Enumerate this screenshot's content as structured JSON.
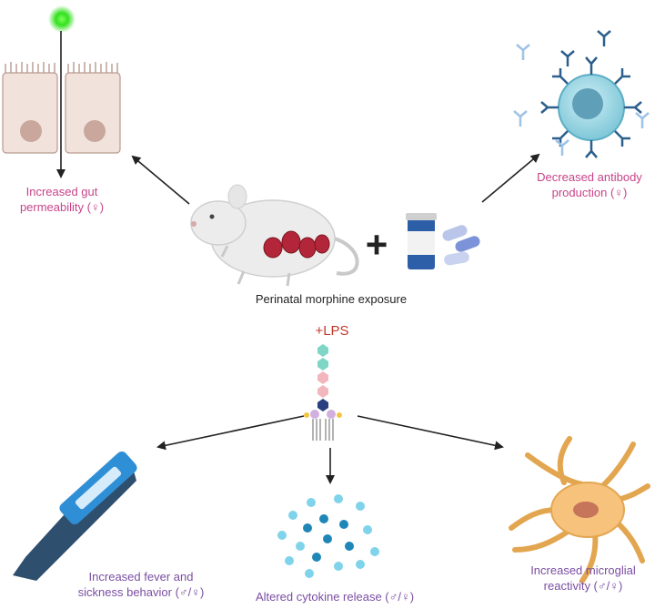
{
  "center": {
    "exposure_label": "Perinatal morphine exposure",
    "plus_symbol": "+",
    "lps_label": "+LPS"
  },
  "outcomes": {
    "gut": {
      "line1": "Increased gut",
      "line2": "permeability (♀)"
    },
    "antibody": {
      "line1": "Decreased antibody",
      "line2": "production (♀)"
    },
    "fever": {
      "line1": "Increased fever and",
      "line2": "sickness behavior (♂/♀)"
    },
    "cytokine": {
      "line1": "Altered cytokine release (♂/♀)"
    },
    "microglia": {
      "line1": "Increased microglial",
      "line2": "reactivity (♂/♀)"
    }
  },
  "colors": {
    "female_outcome_text": "#c8438a",
    "mixed_outcome_text": "#7b4ea3",
    "lps_text": "#c0392b",
    "cell_fill": "#f1e3dc",
    "nucleus": "#c9a79c",
    "thermometer": "#2f8fd6",
    "microglia": "#f6c27c",
    "bcell": "#8fd0df",
    "cytokine_light": "#7fd3ea",
    "cytokine_dark": "#1f86b8"
  },
  "icons": [
    "fluorescent-tracer-icon",
    "gut-epithelium-icon",
    "mouse-icon",
    "pill-bottle-icon",
    "capsule-icon",
    "lps-molecule-icon",
    "b-cell-icon",
    "antibody-icon",
    "thermometer-icon",
    "cytokine-cluster-icon",
    "microglia-icon"
  ]
}
